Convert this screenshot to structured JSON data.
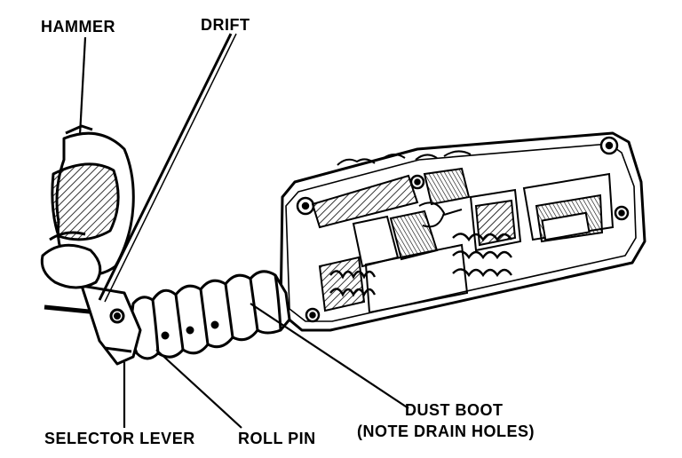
{
  "labels": {
    "hammer": "HAMMER",
    "drift": "DRIFT",
    "selector_lever": "SELECTOR LEVER",
    "roll_pin": "ROLL PIN",
    "dust_boot_line1": "DUST BOOT",
    "dust_boot_line2": "(NOTE DRAIN HOLES)"
  },
  "colors": {
    "ink": "#000000",
    "paper": "#ffffff"
  }
}
